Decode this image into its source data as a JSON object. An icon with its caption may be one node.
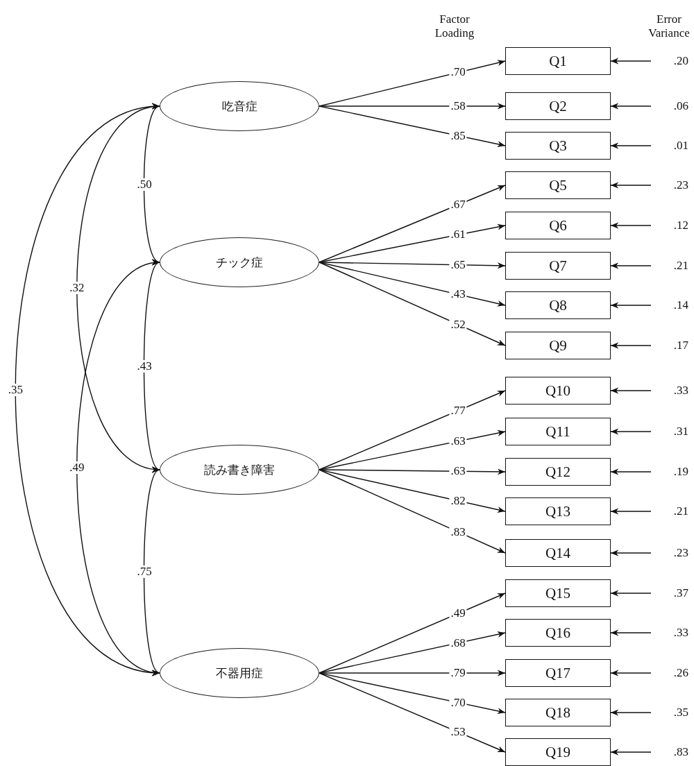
{
  "diagram": {
    "nodes": [
      {
        "text": [
          "吃音症"
        ]
      },
      {
        "text": [
          "チック症"
        ]
      },
      {
        "text": [
          "読み書き障害"
        ]
      },
      {
        "text": [
          "不器用症"
        ]
      },
      {
        "text": [
          "Q1"
        ]
      },
      {
        "text": [
          "Q2"
        ]
      },
      {
        "text": [
          "Q3"
        ]
      },
      {
        "text": [
          "Q5"
        ]
      },
      {
        "text": [
          "Q6"
        ]
      },
      {
        "text": [
          "Q7"
        ]
      },
      {
        "text": [
          "Q8"
        ]
      },
      {
        "text": [
          "Q9"
        ]
      },
      {
        "text": [
          "Q10"
        ]
      },
      {
        "text": [
          "Q11"
        ]
      },
      {
        "text": [
          "Q12"
        ]
      },
      {
        "text": [
          "Q13"
        ]
      },
      {
        "text": [
          "Q14"
        ]
      },
      {
        "text": [
          "Q15"
        ]
      },
      {
        "text": [
          "Q16"
        ]
      },
      {
        "text": [
          "Q17"
        ]
      },
      {
        "text": [
          "Q18"
        ]
      },
      {
        "text": [
          "Q19"
        ]
      },
      {
        "text": [
          ".20"
        ]
      },
      {
        "text": [
          ".06"
        ]
      },
      {
        "text": [
          ".01"
        ]
      },
      {
        "text": [
          ".23"
        ]
      },
      {
        "text": [
          ".12"
        ]
      },
      {
        "text": [
          ".21"
        ]
      },
      {
        "text": [
          ".14"
        ]
      },
      {
        "text": [
          ".17"
        ]
      },
      {
        "text": [
          ".33"
        ]
      },
      {
        "text": [
          ".31"
        ]
      },
      {
        "text": [
          ".19"
        ]
      },
      {
        "text": [
          ".21"
        ]
      },
      {
        "text": [
          ".23"
        ]
      },
      {
        "text": [
          ".37"
        ]
      },
      {
        "text": [
          ".33"
        ]
      },
      {
        "text": [
          ".26"
        ]
      },
      {
        "text": [
          ".35"
        ]
      },
      {
        "text": [
          ".83"
        ]
      }
    ],
    "edges": [
      {
        "from": 0,
        "to": 4,
        "arrow": "to",
        "label": ".70"
      },
      {
        "from": 0,
        "to": 5,
        "arrow": "to",
        "label": ".58"
      },
      {
        "from": 0,
        "to": 6,
        "arrow": "to",
        "label": ".85"
      },
      {
        "from": 1,
        "to": 7,
        "arrow": "to",
        "label": ".67"
      },
      {
        "from": 1,
        "to": 8,
        "arrow": "to",
        "label": ".61"
      },
      {
        "from": 1,
        "to": 9,
        "arrow": "to",
        "label": ".65"
      },
      {
        "from": 1,
        "to": 10,
        "arrow": "to",
        "label": ".43"
      },
      {
        "from": 1,
        "to": 11,
        "arrow": "to",
        "label": ".52"
      },
      {
        "from": 2,
        "to": 12,
        "arrow": "to",
        "label": ".77"
      },
      {
        "from": 2,
        "to": 13,
        "arrow": "to",
        "label": ".63"
      },
      {
        "from": 2,
        "to": 14,
        "arrow": "to",
        "label": ".63"
      },
      {
        "from": 2,
        "to": 15,
        "arrow": "to",
        "label": ".82"
      },
      {
        "from": 2,
        "to": 16,
        "arrow": "to",
        "label": ".83"
      },
      {
        "from": 3,
        "to": 17,
        "arrow": "to",
        "label": ".49"
      },
      {
        "from": 3,
        "to": 18,
        "arrow": "to",
        "label": ".68"
      },
      {
        "from": 3,
        "to": 19,
        "arrow": "to",
        "label": ".79"
      },
      {
        "from": 3,
        "to": 20,
        "arrow": "to",
        "label": ".70"
      },
      {
        "from": 3,
        "to": 21,
        "arrow": "to",
        "label": ".53"
      },
      {
        "from": 22,
        "to": 4,
        "arrow": "to"
      },
      {
        "from": 23,
        "to": 5,
        "arrow": "to"
      },
      {
        "from": 24,
        "to": 6,
        "arrow": "to"
      },
      {
        "from": 25,
        "to": 7,
        "arrow": "to"
      },
      {
        "from": 26,
        "to": 8,
        "arrow": "to"
      },
      {
        "from": 27,
        "to": 9,
        "arrow": "to"
      },
      {
        "from": 28,
        "to": 10,
        "arrow": "to"
      },
      {
        "from": 29,
        "to": 11,
        "arrow": "to"
      },
      {
        "from": 30,
        "to": 12,
        "arrow": "to"
      },
      {
        "from": 31,
        "to": 13,
        "arrow": "to"
      },
      {
        "from": 32,
        "to": 14,
        "arrow": "to"
      },
      {
        "from": 33,
        "to": 15,
        "arrow": "to"
      },
      {
        "from": 34,
        "to": 16,
        "arrow": "to"
      },
      {
        "from": 35,
        "to": 17,
        "arrow": "to"
      },
      {
        "from": 36,
        "to": 18,
        "arrow": "to"
      },
      {
        "from": 37,
        "to": 19,
        "arrow": "to"
      },
      {
        "from": 38,
        "to": 20,
        "arrow": "to"
      },
      {
        "from": 39,
        "to": 21,
        "arrow": "to"
      },
      {
        "from": 0,
        "to": 1,
        "arrow": "both",
        "label": ".50"
      },
      {
        "from": 0,
        "to": 2,
        "arrow": "both",
        "label": ".32"
      },
      {
        "from": 0,
        "to": 3,
        "arrow": "both",
        "label": ".35"
      },
      {
        "from": 1,
        "to": 2,
        "arrow": "both",
        "label": ".43"
      },
      {
        "from": 1,
        "to": 3,
        "arrow": "both",
        "label": ".49"
      },
      {
        "from": 2,
        "to": 3,
        "arrow": "both",
        "label": ".75"
      }
    ],
    "labels": [
      "Factor Loading",
      "Error Variance"
    ]
  }
}
